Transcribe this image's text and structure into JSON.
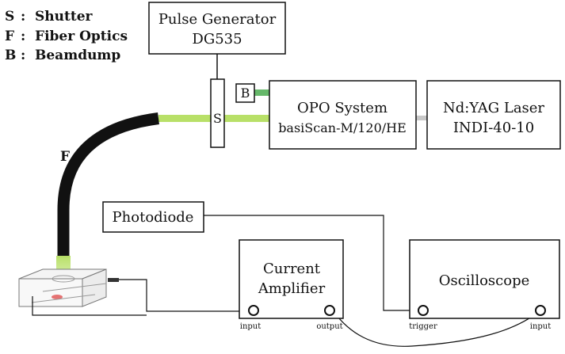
{
  "legend": [
    {
      "key": "S",
      "sep": ":",
      "label": "Shutter"
    },
    {
      "key": "F",
      "sep": ":",
      "label": "Fiber Optics"
    },
    {
      "key": "B",
      "sep": ":",
      "label": "Beamdump"
    }
  ],
  "pulse_generator": {
    "line1": "Pulse Generator",
    "line2": "DG535"
  },
  "shutter": {
    "label": "S"
  },
  "beamdump": {
    "label": "B"
  },
  "opo": {
    "line1": "OPO System",
    "line2": "basiScan-M/120/HE"
  },
  "laser": {
    "line1": "Nd:YAG Laser",
    "line2": "INDI-40-10"
  },
  "fiber": {
    "label": "F"
  },
  "photodiode": {
    "label": "Photodiode"
  },
  "amplifier": {
    "line1": "Current",
    "line2": "Amplifier",
    "port_input": "input",
    "port_output": "output"
  },
  "oscilloscope": {
    "label": "Oscilloscope",
    "port_trigger": "trigger",
    "port_input": "input"
  },
  "colors": {
    "beam": "#b8e068",
    "beamdump_beam": "#66b86a",
    "laser_beam": "#c8c8c8",
    "fiber": "#111111",
    "sample_glow": "#e05050"
  }
}
